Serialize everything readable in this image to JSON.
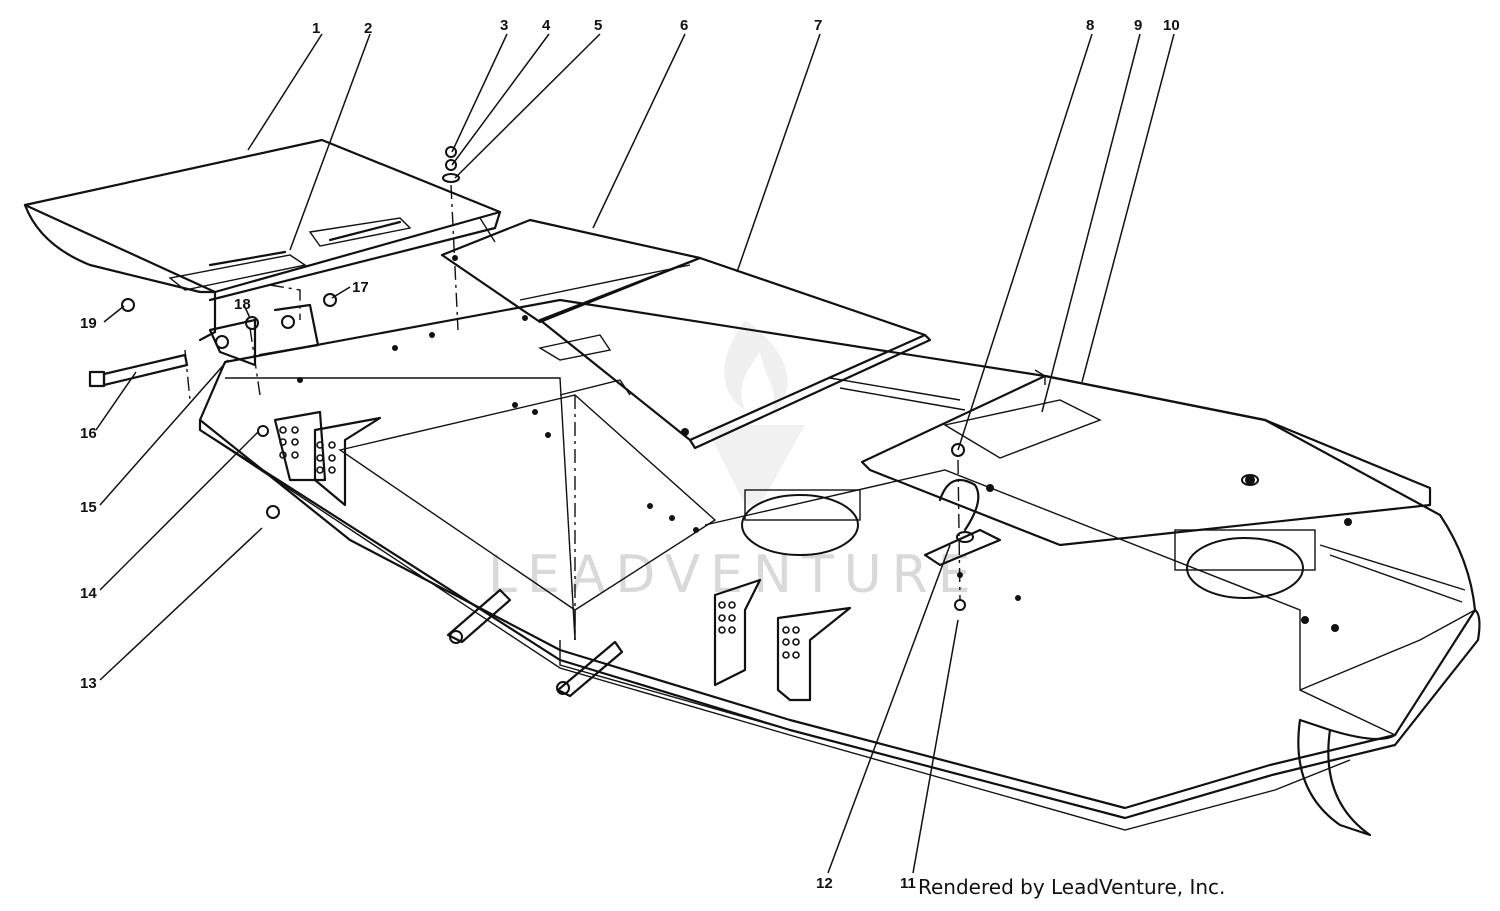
{
  "callouts": [
    {
      "label": "1"
    },
    {
      "label": "2"
    },
    {
      "label": "3"
    },
    {
      "label": "4"
    },
    {
      "label": "5"
    },
    {
      "label": "6"
    },
    {
      "label": "7"
    },
    {
      "label": "8"
    },
    {
      "label": "9"
    },
    {
      "label": "10"
    },
    {
      "label": "11"
    },
    {
      "label": "12"
    },
    {
      "label": "13"
    },
    {
      "label": "14"
    },
    {
      "label": "15"
    },
    {
      "label": "16"
    },
    {
      "label": "17"
    },
    {
      "label": "18"
    },
    {
      "label": "19"
    }
  ],
  "watermark": "LEADVENTURE",
  "credit": "Rendered by LeadVenture, Inc."
}
